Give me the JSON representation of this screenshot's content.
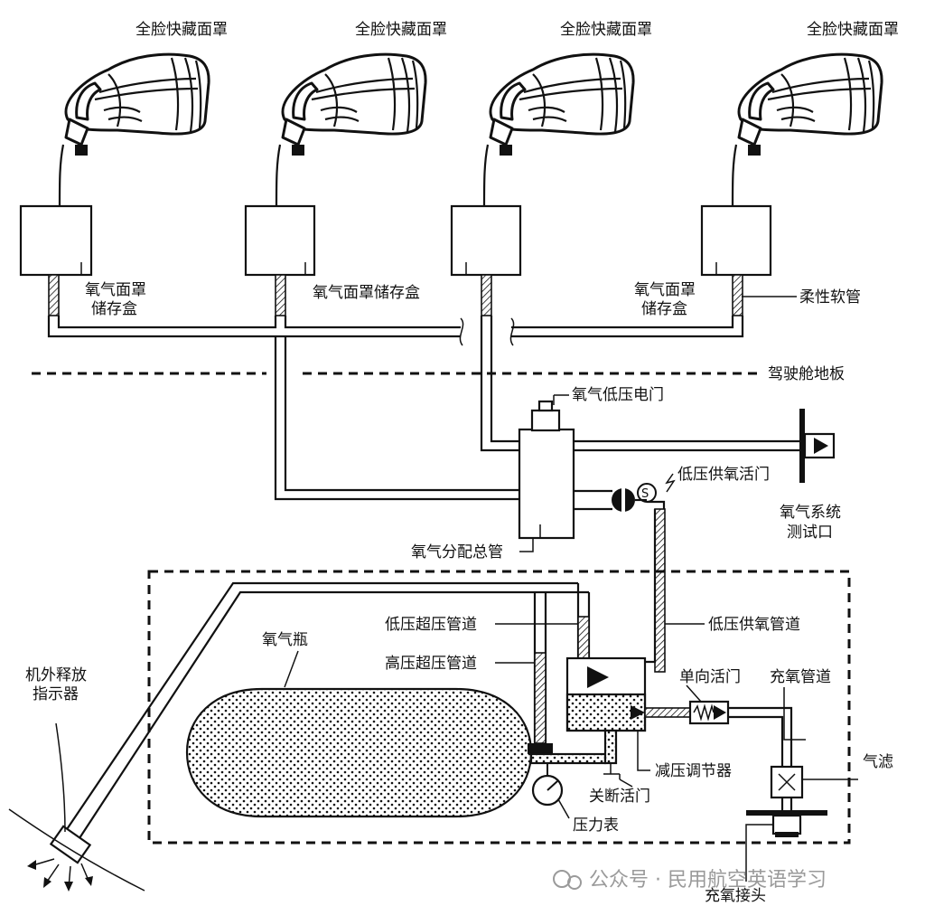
{
  "labels": {
    "mask": "全脸快藏面罩",
    "mask_box_1_line1": "氧气面罩",
    "mask_box_1_line2": "储存盒",
    "mask_box_2": "氧气面罩储存盒",
    "mask_box_4_line1": "氧气面罩",
    "mask_box_4_line2": "储存盒",
    "flex_hose": "柔性软管",
    "cockpit_floor": "驾驶舱地板",
    "low_pressure_solenoid": "氧气低压电门",
    "low_pressure_supply_valve": "低压供氧活门",
    "test_port_line1": "氧气系统",
    "test_port_line2": "测试口",
    "manifold": "氧气分配总管",
    "bottle": "氧气瓶",
    "low_pressure_overpressure_line": "低压超压管道",
    "high_pressure_overpressure_line": "高压超压管道",
    "low_pressure_supply_line": "低压供氧管道",
    "overboard_indicator_line1": "机外释放",
    "overboard_indicator_line2": "指示器",
    "check_valve": "单向活门",
    "fill_line": "充氧管道",
    "filter": "气滤",
    "regulator": "减压调节器",
    "shutoff_valve": "关断活门",
    "pressure_gauge": "压力表",
    "fill_fitting": "充氧接头",
    "solenoid_symbol": "S"
  },
  "watermark": "公众号 · 民用航空英语学习"
}
